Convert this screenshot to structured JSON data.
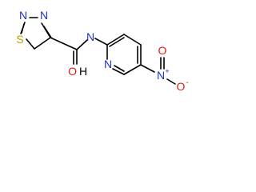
{
  "molecule": {
    "atoms": {
      "s1": "S",
      "n2": "N",
      "n3": "N",
      "o_amide": "O",
      "h_amide": "H",
      "n_amide": "N",
      "n_pyridine": "N",
      "n_nitro": "N",
      "plus": "+",
      "o_nitro_top": "O",
      "o_nitro_bottom": "O",
      "minus": "-"
    }
  },
  "colors": {
    "bond": "#000000",
    "sulfur": "#b8a400",
    "nitrogen": "#1f2fd6",
    "oxygen": "#e01b12"
  }
}
